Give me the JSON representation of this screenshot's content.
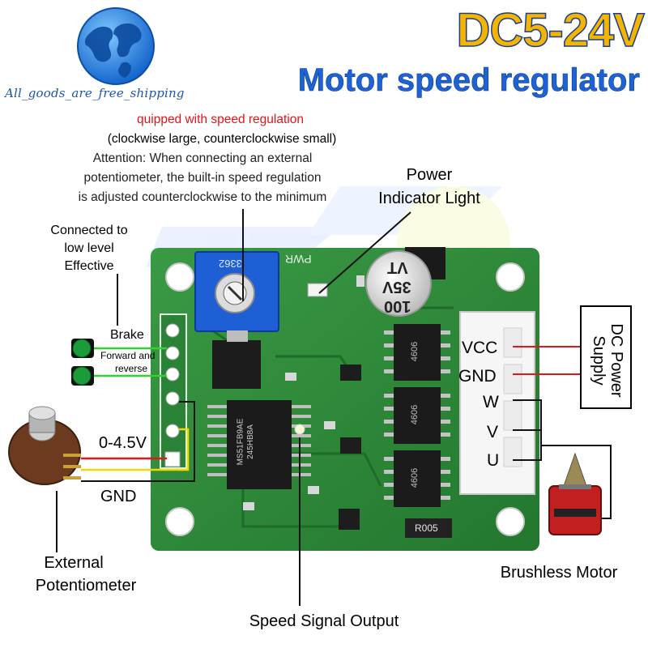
{
  "header": {
    "title": "DC5-24V",
    "subtitle": "Motor speed regulator",
    "shop_tag": "All_goods_are_free_shipping"
  },
  "notes": {
    "line1": "quipped with speed regulation",
    "line2": "(clockwise large, counterclockwise small)",
    "line3": "Attention: When connecting an external",
    "line4": "potentiometer, the built-in speed regulation",
    "line5": "is adjusted counterclockwise to the minimum"
  },
  "labels": {
    "power_indicator_1": "Power",
    "power_indicator_2": "Indicator Light",
    "brake_note_1": "Connected to",
    "brake_note_2": "low level",
    "brake_note_3": "Effective",
    "brake": "Brake",
    "forward_1": "Forward and",
    "forward_2": "reverse",
    "voltage": "0-4.5V",
    "gnd_left": "GND",
    "ext_pot_1": "External",
    "ext_pot_2": "Potentiometer",
    "speed_signal": "Speed Signal Output",
    "brushless_motor": "Brushless Motor",
    "vcc": "VCC",
    "gnd_right": "GND",
    "w": "W",
    "v": "V",
    "u": "U",
    "dc_supply": "DC Power Supply"
  },
  "board_markings": {
    "pwr": "PWR",
    "capacitor_1": "100",
    "capacitor_2": "35V",
    "capacitor_3": "VT",
    "pot_code": "3362",
    "ic_1": "MS51FB9AE",
    "ic_2": "245HB8A",
    "resistor": "R005",
    "mosfet": "4606"
  },
  "colors": {
    "title_fill": "#f5b400",
    "subtitle_fill": "#1e63d6",
    "note_red": "#e0141b",
    "pcb_green": "#2e8b3a",
    "wire_red": "#e3161b",
    "wire_yellow": "#f0d800",
    "wire_green": "#2bd62b"
  }
}
